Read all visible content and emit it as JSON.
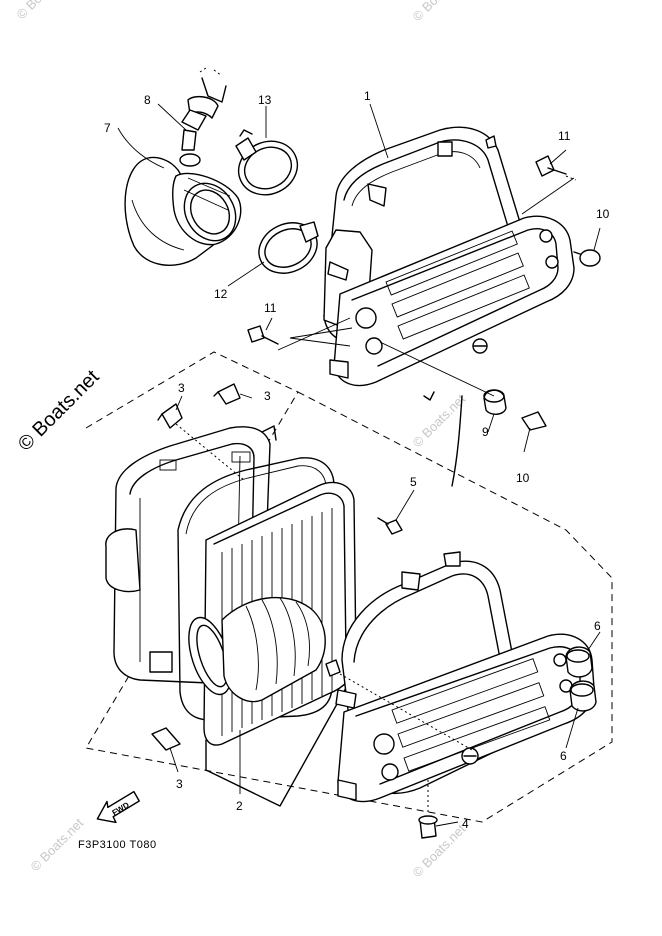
{
  "watermark": {
    "brand": "© Boats.net",
    "tile": "© Boats.net"
  },
  "diagram": {
    "code": "F3P3100 T080",
    "fwd_label": "FWD",
    "callouts": [
      {
        "id": "c1",
        "label": "1"
      },
      {
        "id": "c2",
        "label": "2"
      },
      {
        "id": "c3a",
        "label": "3"
      },
      {
        "id": "c3b",
        "label": "3"
      },
      {
        "id": "c3c",
        "label": "3"
      },
      {
        "id": "c4",
        "label": "4"
      },
      {
        "id": "c5",
        "label": "5"
      },
      {
        "id": "c6a",
        "label": "6"
      },
      {
        "id": "c6b",
        "label": "6"
      },
      {
        "id": "c7",
        "label": "7"
      },
      {
        "id": "c8",
        "label": "8"
      },
      {
        "id": "c9",
        "label": "9"
      },
      {
        "id": "c10a",
        "label": "10"
      },
      {
        "id": "c10b",
        "label": "10"
      },
      {
        "id": "c11a",
        "label": "11"
      },
      {
        "id": "c11b",
        "label": "11"
      },
      {
        "id": "c12",
        "label": "12"
      },
      {
        "id": "c13",
        "label": "13"
      }
    ]
  }
}
